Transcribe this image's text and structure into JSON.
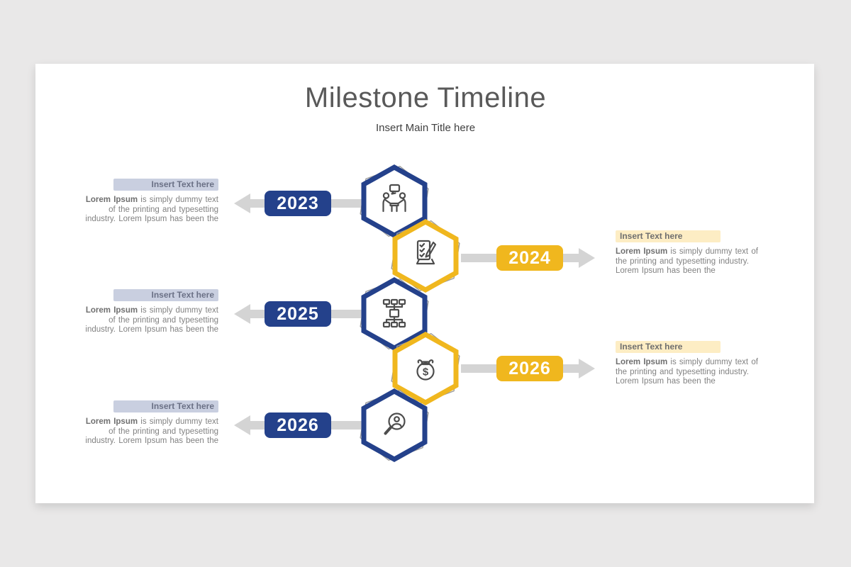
{
  "slide": {
    "title": "Milestone Timeline",
    "subtitle": "Insert Main Title here"
  },
  "colors": {
    "navy": "#24418B",
    "gold": "#F0B71E",
    "arrow_gray": "#D4D4D4",
    "left_heading_bg": "#C9CFE0",
    "right_heading_bg": "#FDEDC4",
    "title_gray": "#595959",
    "body_gray": "#828282"
  },
  "text_block": {
    "heading": "Insert Text here",
    "body_bold": "Lorem Ipsum",
    "body_rest": " is simply dummy text of the printing and typesetting industry. Lorem Ipsum has been the"
  },
  "milestones": [
    {
      "year": "2023",
      "side": "left",
      "theme": "navy",
      "icon": "meeting-icon"
    },
    {
      "year": "2024",
      "side": "right",
      "theme": "gold",
      "icon": "checklist-pencil-icon"
    },
    {
      "year": "2025",
      "side": "left",
      "theme": "navy",
      "icon": "org-chart-icon"
    },
    {
      "year": "2026",
      "side": "right",
      "theme": "gold",
      "icon": "money-bag-icon"
    },
    {
      "year": "2026",
      "side": "left",
      "theme": "navy",
      "icon": "search-person-icon"
    }
  ]
}
